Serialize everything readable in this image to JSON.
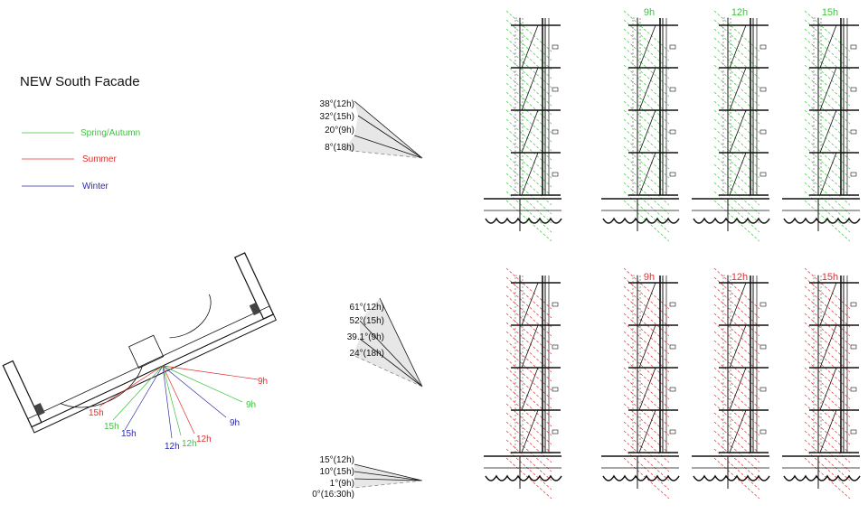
{
  "title": "NEW South Facade",
  "colors": {
    "spring": "#3ec43e",
    "summer": "#e03030",
    "winter": "#2a2aa8",
    "ink": "#111111"
  },
  "legend": [
    {
      "label": "Spring/Autumn",
      "color": "#3ec43e"
    },
    {
      "label": "Summer",
      "color": "#e03030"
    },
    {
      "label": "Winter",
      "color": "#2a2aa8"
    }
  ],
  "plan_labels": [
    {
      "text": "9h",
      "color": "#e03030"
    },
    {
      "text": "9h",
      "color": "#3ec43e"
    },
    {
      "text": "9h",
      "color": "#2a2aa8"
    },
    {
      "text": "15h",
      "color": "#e03030"
    },
    {
      "text": "15h",
      "color": "#3ec43e"
    },
    {
      "text": "15h",
      "color": "#2a2aa8"
    },
    {
      "text": "12h",
      "color": "#2a2aa8"
    },
    {
      "text": "12h",
      "color": "#3ec43e"
    },
    {
      "text": "12h",
      "color": "#e03030"
    }
  ],
  "angle_groups": [
    {
      "season": "spring",
      "labels": [
        "38°(12h)",
        "32°(15h)",
        "20°(9h)",
        "8°(18h)"
      ]
    },
    {
      "season": "summer",
      "labels": [
        "61°(12h)",
        "52°(15h)",
        "39.1°(9h)",
        "24°(18h)"
      ]
    },
    {
      "season": "winter",
      "labels": [
        "15°(12h)",
        "10°(15h)",
        "1°(9h)",
        "0°(16:30h)"
      ]
    }
  ],
  "section_rows": [
    {
      "season": "spring",
      "headers": [
        "9h",
        "12h",
        "15h"
      ]
    },
    {
      "season": "summer",
      "headers": [
        "9h",
        "12h",
        "15h"
      ]
    }
  ]
}
